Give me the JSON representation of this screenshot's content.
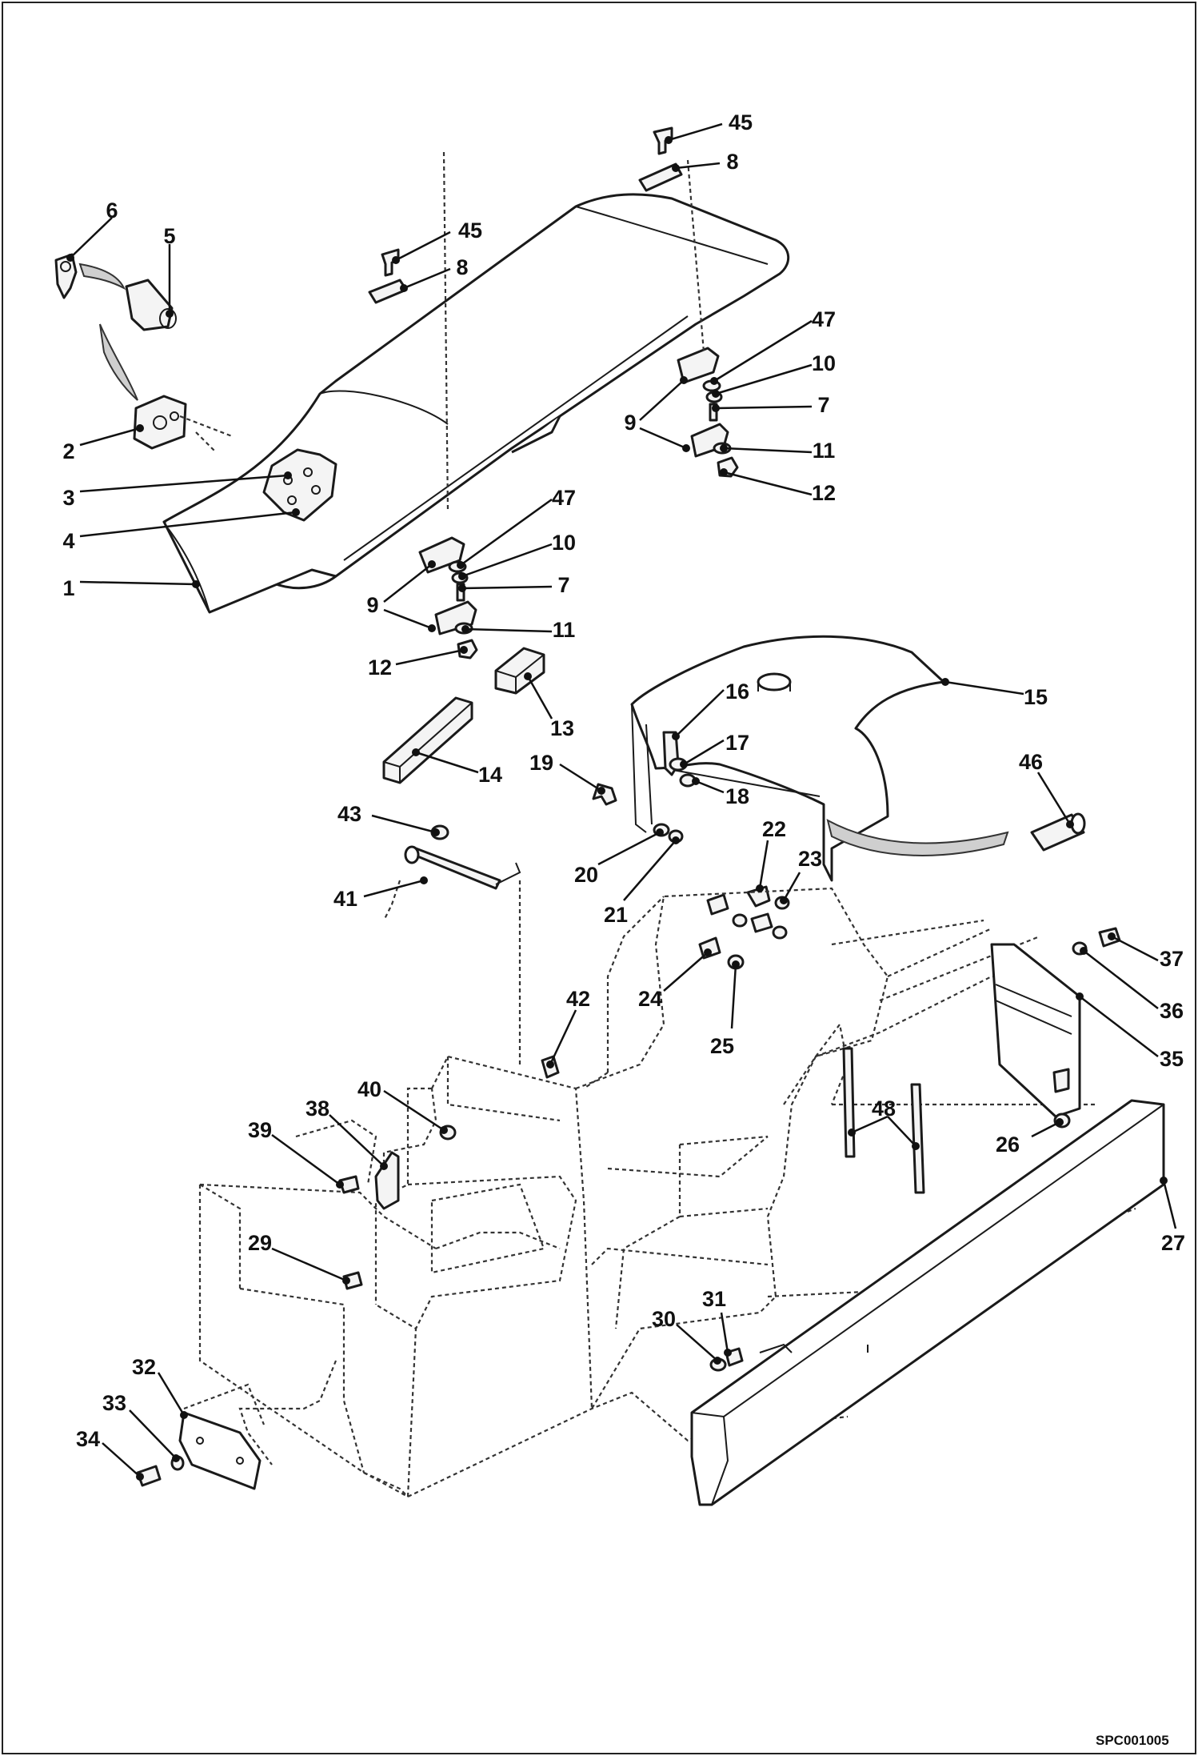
{
  "diagram": {
    "drawing_code": "SPC001005",
    "callouts": [
      {
        "label": "6",
        "part": "key"
      },
      {
        "label": "5",
        "part": "lock-cylinder"
      },
      {
        "label": "2",
        "part": "latch-housing"
      },
      {
        "label": "3",
        "part": "latch-plate"
      },
      {
        "label": "4",
        "part": "screw"
      },
      {
        "label": "1",
        "part": "engine-cover-panel"
      },
      {
        "label": "45",
        "part": "bolt"
      },
      {
        "label": "8",
        "part": "bracket"
      },
      {
        "label": "45",
        "part": "bolt"
      },
      {
        "label": "8",
        "part": "bracket"
      },
      {
        "label": "47",
        "part": "hinge"
      },
      {
        "label": "10",
        "part": "washer"
      },
      {
        "label": "7",
        "part": "pin"
      },
      {
        "label": "9",
        "part": "hinge-half"
      },
      {
        "label": "11",
        "part": "washer"
      },
      {
        "label": "12",
        "part": "nut"
      },
      {
        "label": "47",
        "part": "hinge"
      },
      {
        "label": "10",
        "part": "washer"
      },
      {
        "label": "7",
        "part": "pin"
      },
      {
        "label": "9",
        "part": "hinge-half"
      },
      {
        "label": "11",
        "part": "washer"
      },
      {
        "label": "12",
        "part": "nut"
      },
      {
        "label": "13",
        "part": "rubber-pad"
      },
      {
        "label": "14",
        "part": "rubber-pad"
      },
      {
        "label": "15",
        "part": "tank-cover"
      },
      {
        "label": "16",
        "part": "rod"
      },
      {
        "label": "17",
        "part": "washer"
      },
      {
        "label": "18",
        "part": "nut"
      },
      {
        "label": "19",
        "part": "bolt"
      },
      {
        "label": "20",
        "part": "washer"
      },
      {
        "label": "21",
        "part": "nut"
      },
      {
        "label": "46",
        "part": "sleeve"
      },
      {
        "label": "22",
        "part": "bolt"
      },
      {
        "label": "23",
        "part": "washer"
      },
      {
        "label": "24",
        "part": "bolt"
      },
      {
        "label": "25",
        "part": "washer"
      },
      {
        "label": "43",
        "part": "nut"
      },
      {
        "label": "41",
        "part": "gas-spring"
      },
      {
        "label": "42",
        "part": "ball-stud"
      },
      {
        "label": "40",
        "part": "nut"
      },
      {
        "label": "38",
        "part": "bracket"
      },
      {
        "label": "39",
        "part": "bolt"
      },
      {
        "label": "29",
        "part": "bolt"
      },
      {
        "label": "37",
        "part": "bolt"
      },
      {
        "label": "36",
        "part": "washer"
      },
      {
        "label": "35",
        "part": "side-plate"
      },
      {
        "label": "48",
        "part": "strip"
      },
      {
        "label": "26",
        "part": "nut"
      },
      {
        "label": "27",
        "part": "counterweight-bar"
      },
      {
        "label": "30",
        "part": "washer"
      },
      {
        "label": "31",
        "part": "bolt"
      },
      {
        "label": "32",
        "part": "cover-plate"
      },
      {
        "label": "33",
        "part": "washer"
      },
      {
        "label": "34",
        "part": "bolt"
      }
    ]
  }
}
